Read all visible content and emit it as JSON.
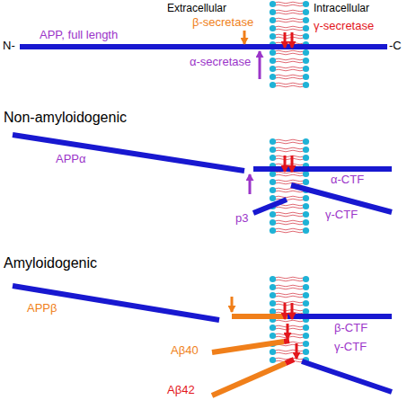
{
  "diagram": {
    "labels": [
      "Extracellular",
      "Intracellular",
      "β-secretase",
      "γ-secretase",
      "N-",
      "APP, full length",
      "-C",
      "α-secretase",
      "Non-amyloidogenic",
      "APPα",
      "α-CTF",
      "p3",
      "γ-CTF",
      "Amyloidogenic",
      "APPβ",
      "β-CTF",
      "Aβ40",
      "γ-CTF",
      "Aβ42"
    ]
  }
}
